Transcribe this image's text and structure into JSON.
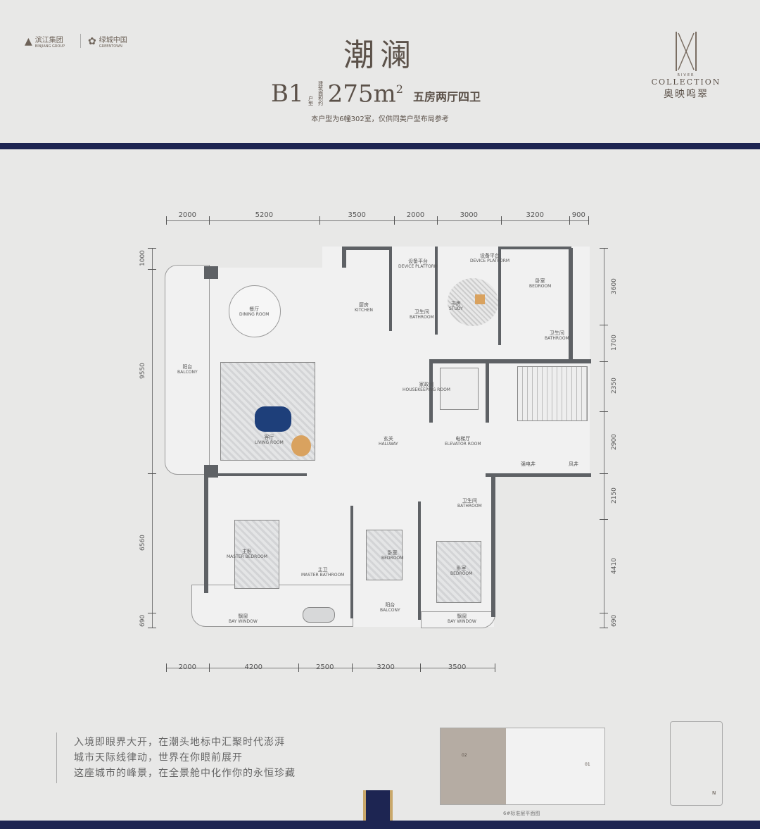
{
  "header": {
    "logos": [
      "滨江集团",
      "绿城中国"
    ],
    "logo_sub": [
      "BINJIANG GROUP",
      "GREENTOWN"
    ],
    "title": "潮澜",
    "unit_code": "B1",
    "unit_code_label": "户型",
    "area_label": "建筑面积约",
    "area": "275m",
    "area_sup": "2",
    "rooms": "五房两厅四卫",
    "note": "本户型为6幢302室，仅供同类户型布局参考"
  },
  "brand": {
    "river": "RIVER",
    "collection": "COLLECTION",
    "name_cn": "奥映鸣翠"
  },
  "colors": {
    "navy": "#1d2552",
    "wall": "#5e6165",
    "accent_sofa": "#1e3f7a",
    "accent_chair": "#d9a25f"
  },
  "plan": {
    "dims_top": [
      2000,
      5200,
      3500,
      2000,
      3000,
      3200,
      900
    ],
    "dims_bottom": [
      2000,
      4200,
      2500,
      3200,
      3500
    ],
    "dims_left": [
      1000,
      9550,
      6560,
      690
    ],
    "dims_right": [
      3600,
      1700,
      2350,
      2900,
      2150,
      4410,
      690
    ],
    "rooms": {
      "dining": {
        "cn": "餐厅",
        "en": "DINING ROOM"
      },
      "kitchen": {
        "cn": "厨房",
        "en": "KITCHEN"
      },
      "device1": {
        "cn": "设备平台",
        "en": "DEVICE PLATFORM"
      },
      "device2": {
        "cn": "设备平台",
        "en": "DEVICE PLATFORM"
      },
      "bath1": {
        "cn": "卫生间",
        "en": "BATHROOM"
      },
      "study": {
        "cn": "书房",
        "en": "STUDY"
      },
      "bedroom1": {
        "cn": "卧室",
        "en": "BEDROOM"
      },
      "bath2": {
        "cn": "卫生间",
        "en": "BATHROOM"
      },
      "balcony1": {
        "cn": "阳台",
        "en": "BALCONY"
      },
      "living": {
        "cn": "客厅",
        "en": "LIVING ROOM"
      },
      "housekeeping": {
        "cn": "家政间",
        "en": "HOUSEKEEPING ROOM"
      },
      "hallway": {
        "cn": "玄关",
        "en": "HALLWAY"
      },
      "elevator": {
        "cn": "电梯厅",
        "en": "ELEVATOR ROOM"
      },
      "shaft1": {
        "cn": "强电井"
      },
      "shaft2": {
        "cn": "风井"
      },
      "bath3": {
        "cn": "卫生间",
        "en": "BATHROOM"
      },
      "master": {
        "cn": "主卧",
        "en": "MASTER BEDROOM"
      },
      "masterbath": {
        "cn": "主卫",
        "en": "MASTER BATHROOM"
      },
      "bedroom2": {
        "cn": "卧室",
        "en": "BEDROOM"
      },
      "bedroom3": {
        "cn": "卧室",
        "en": "BEDROOM"
      },
      "balcony2": {
        "cn": "阳台",
        "en": "BALCONY"
      },
      "bay1": {
        "cn": "飘窗",
        "en": "BAY WINDOW"
      },
      "bay2": {
        "cn": "飘窗",
        "en": "BAY WINDOW"
      }
    }
  },
  "footer": {
    "slogan": [
      "入境即眼界大开，在潮头地标中汇聚时代澎湃",
      "城市天际线律动，世界在你眼前展开",
      "这座城市的峰景，在全景舱中化作你的永恒珍藏"
    ],
    "keyplan_caption": "6#标准层平面图",
    "keyplan_labels": [
      "02",
      "01"
    ],
    "north": "N"
  }
}
